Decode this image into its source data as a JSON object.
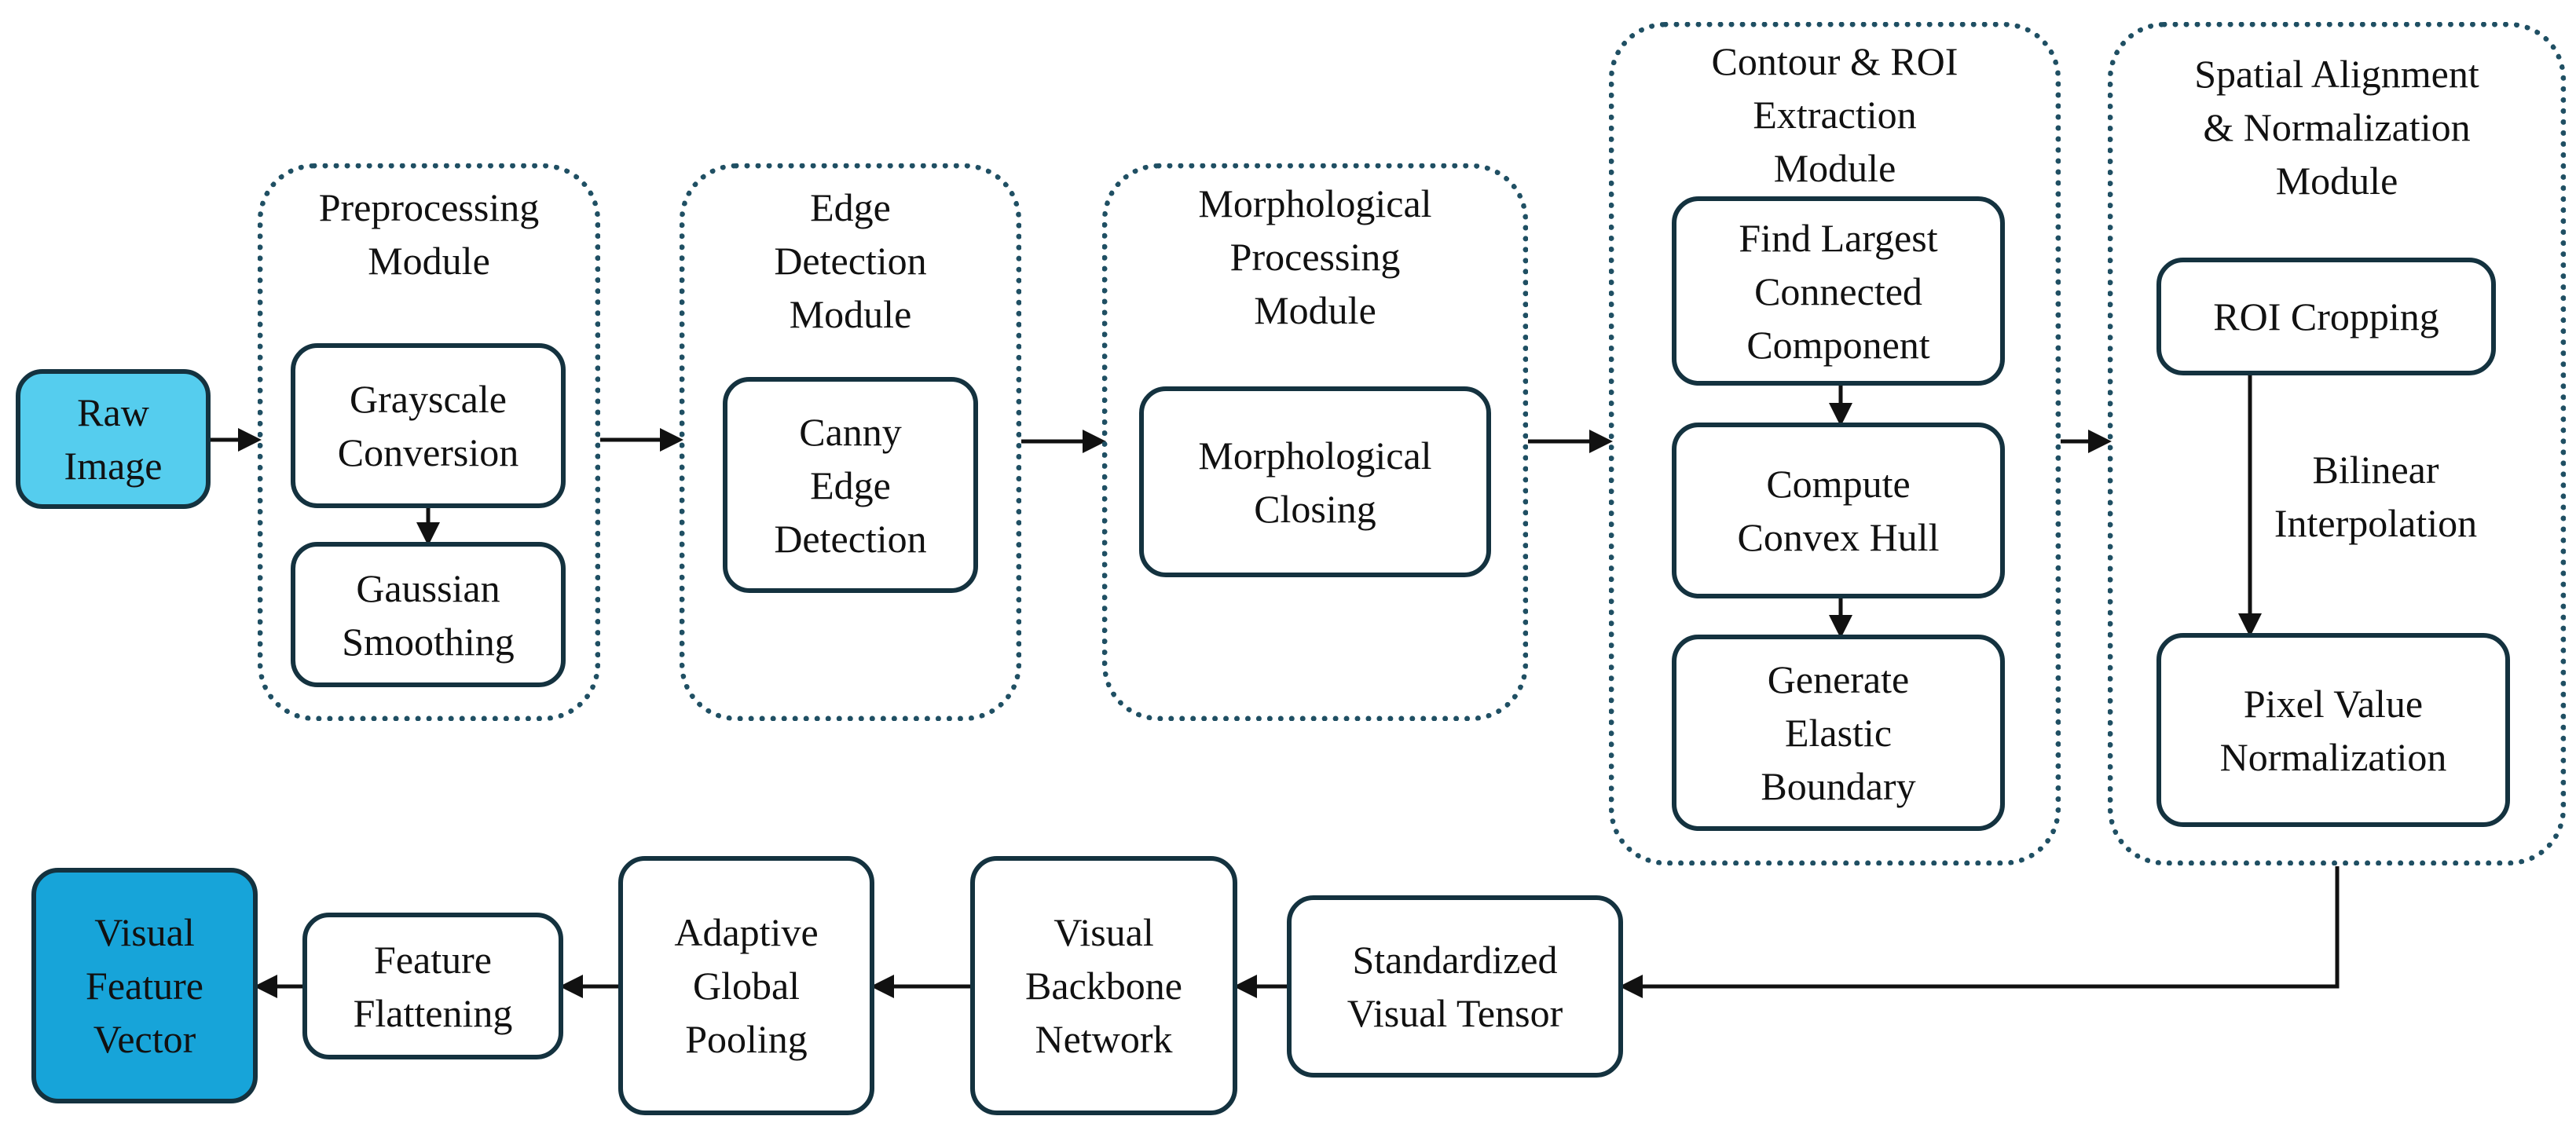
{
  "modules": {
    "preprocessing": "Preprocessing\nModule",
    "edge_detection": "Edge\nDetection\nModule",
    "morphological": "Morphological\nProcessing\nModule",
    "contour_roi": "Contour & ROI\nExtraction\nModule",
    "spatial_alignment": "Spatial Alignment\n& Normalization\nModule"
  },
  "nodes": {
    "raw_image": "Raw\nImage",
    "grayscale_conversion": "Grayscale\nConversion",
    "gaussian_smoothing": "Gaussian\nSmoothing",
    "canny_edge_detection": "Canny\nEdge\nDetection",
    "morphological_closing": "Morphological\nClosing",
    "find_largest_component": "Find Largest\nConnected\nComponent",
    "compute_convex_hull": "Compute\nConvex Hull",
    "generate_elastic_boundary": "Generate\nElastic\nBoundary",
    "roi_cropping": "ROI Cropping",
    "pixel_value_normalization": "Pixel Value\nNormalization",
    "standardized_visual_tensor": "Standardized\nVisual Tensor",
    "visual_backbone_network": "Visual\nBackbone\nNetwork",
    "adaptive_global_pooling": "Adaptive\nGlobal\nPooling",
    "feature_flattening": "Feature\nFlattening",
    "visual_feature_vector": "Visual\nFeature\nVector"
  },
  "edge_labels": {
    "bilinear_interpolation": "Bilinear\nInterpolation"
  },
  "colors": {
    "raw_image_fill": "#55cdee",
    "feature_vector_fill": "#17a4d9",
    "box_border": "#14323f",
    "module_border": "#1f4f63",
    "arrow": "#111111"
  }
}
